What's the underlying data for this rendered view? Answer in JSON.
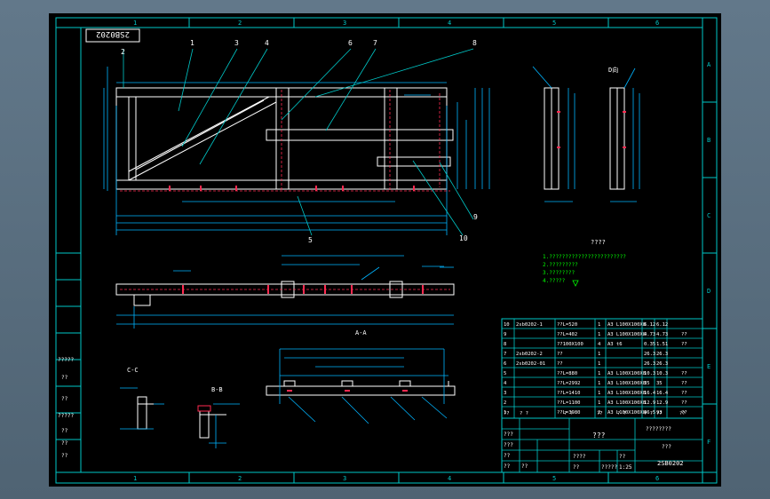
{
  "border": {
    "zones_top": [
      "1",
      "2",
      "3",
      "4",
      "5",
      "6"
    ],
    "zones_bottom": [
      "1",
      "2",
      "3",
      "4",
      "5",
      "6"
    ],
    "zones_side": [
      "A",
      "B",
      "C",
      "D",
      "E",
      "F"
    ]
  },
  "drawing_number_rotated": "2SB0202",
  "view_labels": {
    "section_aa": "A-A",
    "section_bb": "B-B",
    "section_cc": "C-C",
    "view_d": "D向",
    "notes_title": "????"
  },
  "callouts": [
    "1",
    "2",
    "3",
    "4",
    "5",
    "6",
    "7",
    "8",
    "9",
    "10"
  ],
  "notes": [
    "1.????????????????????????",
    "2.?????????",
    "3.????????",
    "4.?????"
  ],
  "parts_table": {
    "rows": [
      [
        "10",
        "2sb0202-1",
        "??L=520",
        "1",
        "A3 L100X100X8",
        "6.12",
        "6.12",
        ""
      ],
      [
        "9",
        "",
        "??L=402",
        "1",
        "A3 L100X100X8",
        "4.73",
        "4.73",
        "??"
      ],
      [
        "8",
        "",
        "??100X100",
        "4",
        "A3 t6",
        "0.35",
        "1.51",
        "??"
      ],
      [
        "7",
        "2sb0202-2",
        "??",
        "1",
        "",
        "26.3",
        "26.3",
        ""
      ],
      [
        "6",
        "2sb0202-01",
        "??",
        "1",
        "",
        "26.3",
        "26.3",
        ""
      ],
      [
        "5",
        "",
        "??L=880",
        "1",
        "A3 L100X100X8",
        "10.3",
        "10.3",
        "??"
      ],
      [
        "4",
        "",
        "??L=2992",
        "1",
        "A3 L100X100X8",
        "35",
        "35",
        "??"
      ],
      [
        "3",
        "",
        "??L=1410",
        "1",
        "A3 L100X100X8",
        "16.4",
        "16.4",
        "??"
      ],
      [
        "2",
        "",
        "??L=1100",
        "1",
        "A3 L100X100X8",
        "12.9",
        "12.9",
        "??"
      ],
      [
        "1",
        "",
        "??L=3980",
        "2",
        "A3 L100X100X8",
        "46.5",
        "93",
        "??"
      ]
    ],
    "header": [
      "??",
      "? ?",
      "? ?",
      "??",
      "? ?",
      "? ?",
      "??",
      "??"
    ]
  },
  "title_block": {
    "part_name": "???",
    "company": "????????",
    "dept": "???",
    "drawing_no": "2SB0202",
    "row_labels": [
      "???",
      "???",
      "??",
      "??",
      "??"
    ],
    "scale_row": [
      "????",
      "?????",
      "??",
      "??"
    ],
    "values": [
      "1:25"
    ]
  },
  "revision_strip": [
    "?????",
    "??",
    "??",
    "?????",
    "??",
    "??",
    "??"
  ]
}
